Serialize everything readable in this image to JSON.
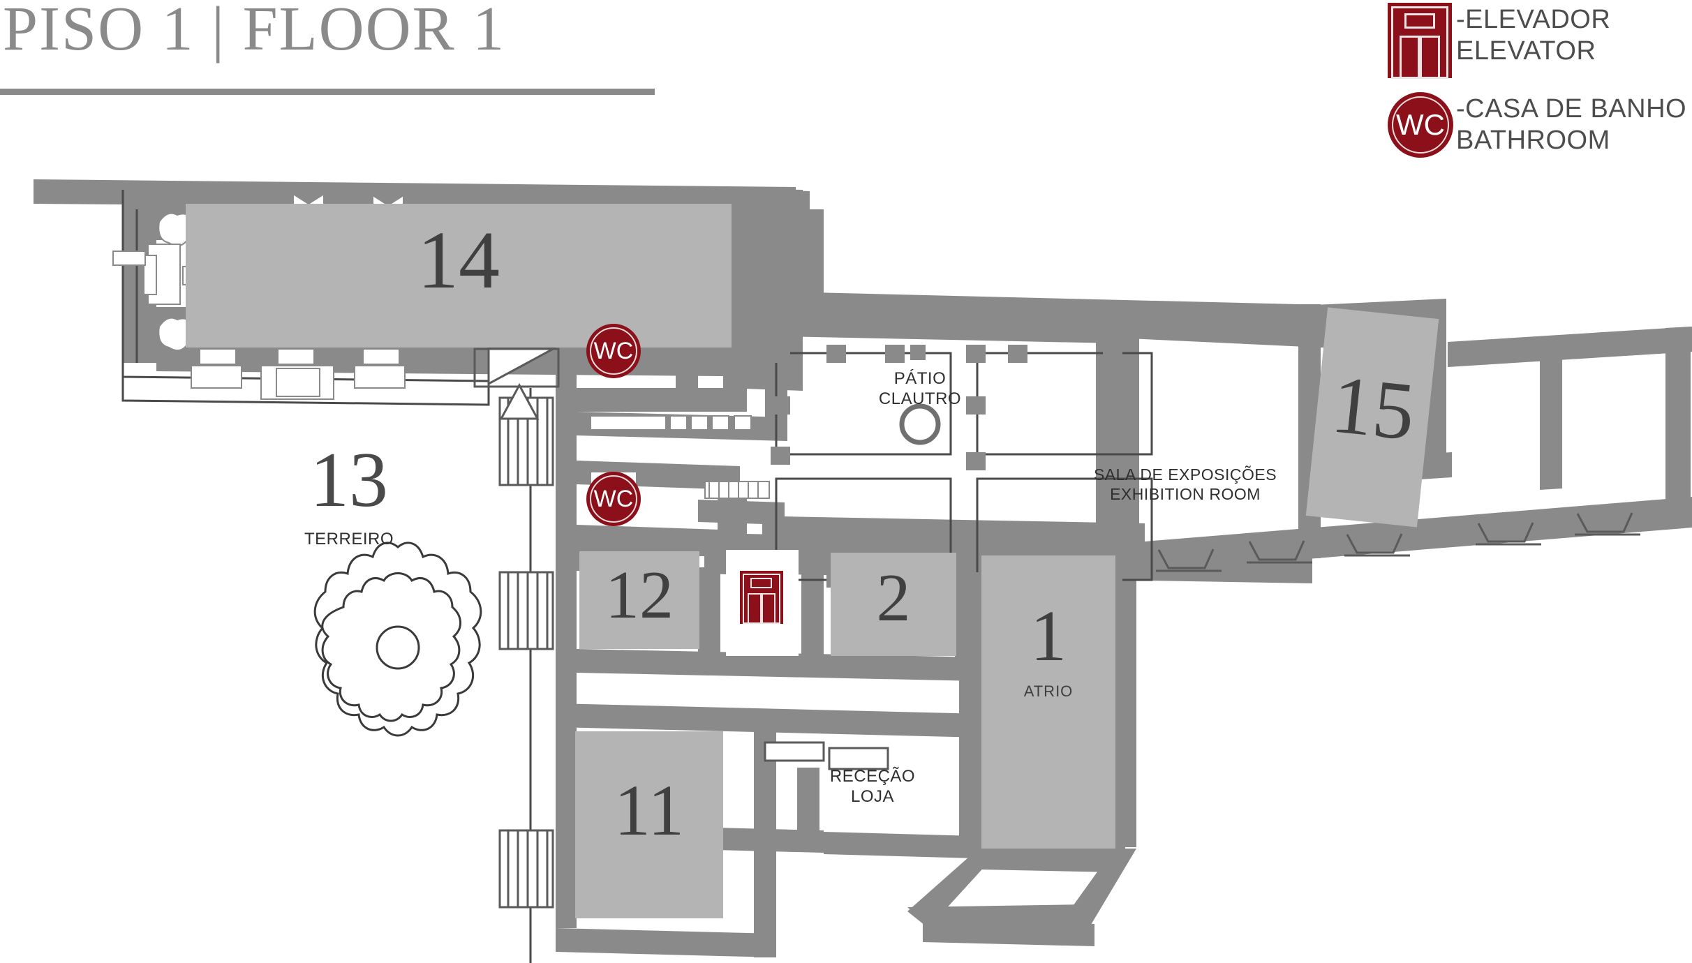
{
  "header": {
    "title": "PISO 1 | FLOOR 1",
    "title_pt": "PISO 1",
    "title_en": "FLOOR 1"
  },
  "legend": {
    "items": [
      {
        "icon": "elevator-icon",
        "label": "-ELEVADOR\nELEVATOR",
        "label_pt": "ELEVADOR",
        "label_en": "ELEVATOR"
      },
      {
        "icon": "wc-icon",
        "icon_text": "WC",
        "label": "-CASA DE BANHO\nBATHROOM",
        "label_pt": "CASA DE BANHO",
        "label_en": "BATHROOM"
      }
    ]
  },
  "map": {
    "rooms": [
      {
        "id": "14",
        "number": "14",
        "sub": ""
      },
      {
        "id": "15",
        "number": "15",
        "sub": ""
      },
      {
        "id": "12",
        "number": "12",
        "sub": ""
      },
      {
        "id": "2",
        "number": "2",
        "sub": ""
      },
      {
        "id": "1",
        "number": "1",
        "sub": "ATRIO"
      },
      {
        "id": "11",
        "number": "11",
        "sub": ""
      }
    ],
    "outdoor": {
      "number": "13",
      "label": "TERREIRO"
    },
    "labels": [
      {
        "id": "patio",
        "text": "PÁTIO\nCLAUTRO"
      },
      {
        "id": "exhibition",
        "text": "SALA DE EXPOSIÇÕES\nEXHIBITION ROOM"
      },
      {
        "id": "reception",
        "text": "RECEÇÃO\nLOJA"
      }
    ],
    "markers": [
      {
        "id": "wc-1",
        "type": "wc-icon",
        "text": "WC"
      },
      {
        "id": "wc-2",
        "type": "wc-icon",
        "text": "WC"
      },
      {
        "id": "elevator-1",
        "type": "elevator-icon",
        "text": ""
      }
    ]
  },
  "colors": {
    "accent_red": "#8c1019",
    "wall_gray": "#8a8a8a",
    "room_fill": "#b4b4b4",
    "title_gray": "#8a8a8a",
    "text_dark": "#404040",
    "background": "#ffffff"
  }
}
